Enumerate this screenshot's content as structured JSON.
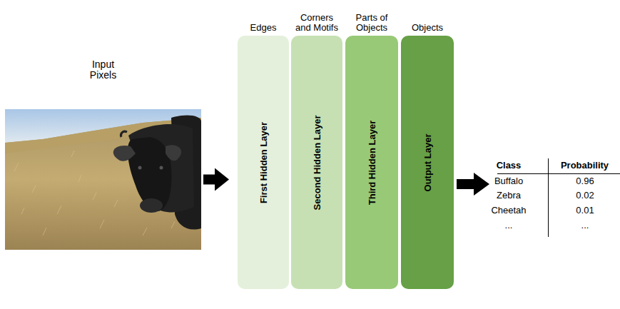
{
  "diagram": {
    "nodes": [
      {
        "text": [
          "Input Pixels"
        ]
      },
      {
        "text": [
          "Edges",
          "First Hidden Layer"
        ]
      },
      {
        "text": [
          "Corners and Motifs",
          "Second Hidden Layer"
        ]
      },
      {
        "text": [
          "Parts of Objects",
          "Third Hidden Layer"
        ]
      },
      {
        "text": [
          "Objects",
          "Output Layer"
        ]
      }
    ],
    "edges": [
      {
        "from": 0,
        "to": 1,
        "arrow": "to"
      }
    ],
    "labels": [
      "Class",
      "Probability",
      "Buffalo",
      "0.96",
      "Zebra",
      "0.02",
      "Cheetah",
      "0.01",
      "...",
      "..."
    ]
  }
}
